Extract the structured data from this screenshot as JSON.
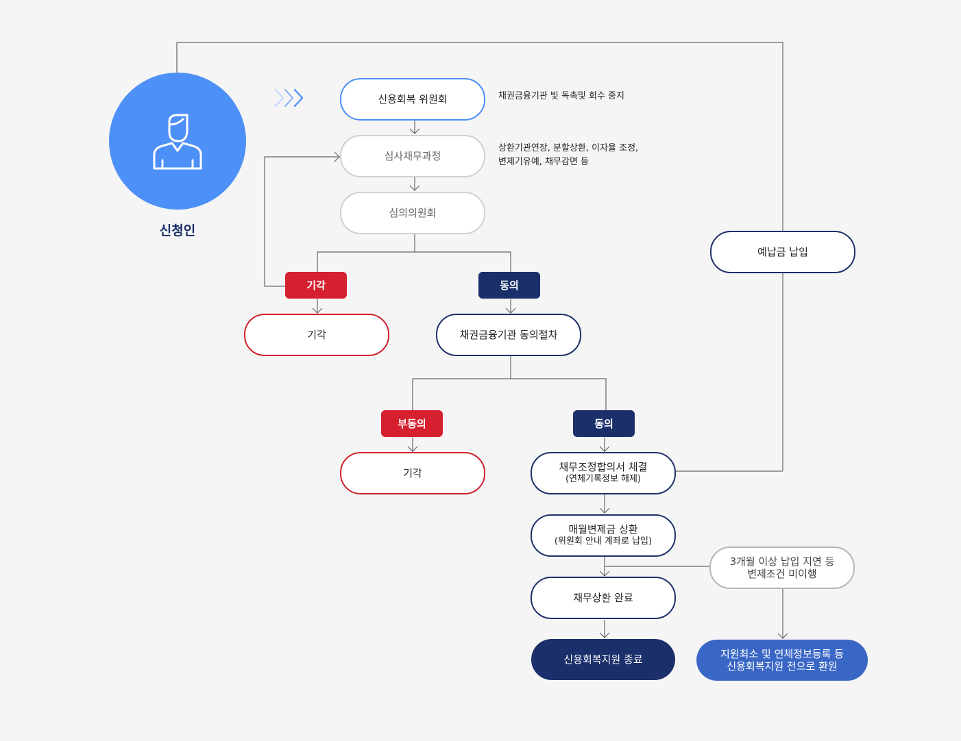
{
  "applicant": {
    "label": "신청인",
    "icon": "person-icon"
  },
  "arrow_icon": "triple-chevron-icon",
  "nodes": {
    "committee": "신용회복 위원회",
    "review": "심사채무과정",
    "deliberation": "심의의원회",
    "reject_result": "기각",
    "creditor_consent": "채권금융기관 동의절차",
    "non_consent_result": "기각",
    "agreement": {
      "main": "채무조정합의서 체결",
      "sub": "(연체기록정보 해제)"
    },
    "monthly_payment": {
      "main": "매월변제금 상환",
      "sub": "(위원회 안내 계좌로 납입)"
    },
    "repayment_complete": "채무상환 완료",
    "support_end": "신용회복지원 종료",
    "prepayment": "예납금 납입",
    "default": {
      "line1": "3개월 이상 납입 지연 등",
      "line2": "변제조건 미이행"
    },
    "restore": {
      "line1": "지원최소 및 연체정보등록 등",
      "line2": "신용회복지원 전으로 환원"
    }
  },
  "badges": {
    "reject": "기각",
    "consent1": "동의",
    "non_consent": "부동의",
    "consent2": "동의"
  },
  "notes": {
    "committee_note": "채권금융기관 빛 독촉및 회수 중지",
    "review_note_line1": "상환기관연장, 분할상환, 이자율 조정,",
    "review_note_line2": "변제기유예, 채무감면 등"
  },
  "colors": {
    "accent_blue": "#4d90f7",
    "navy": "#1b2f6b",
    "red": "#d61f2f",
    "restore_blue": "#3a67c6"
  }
}
